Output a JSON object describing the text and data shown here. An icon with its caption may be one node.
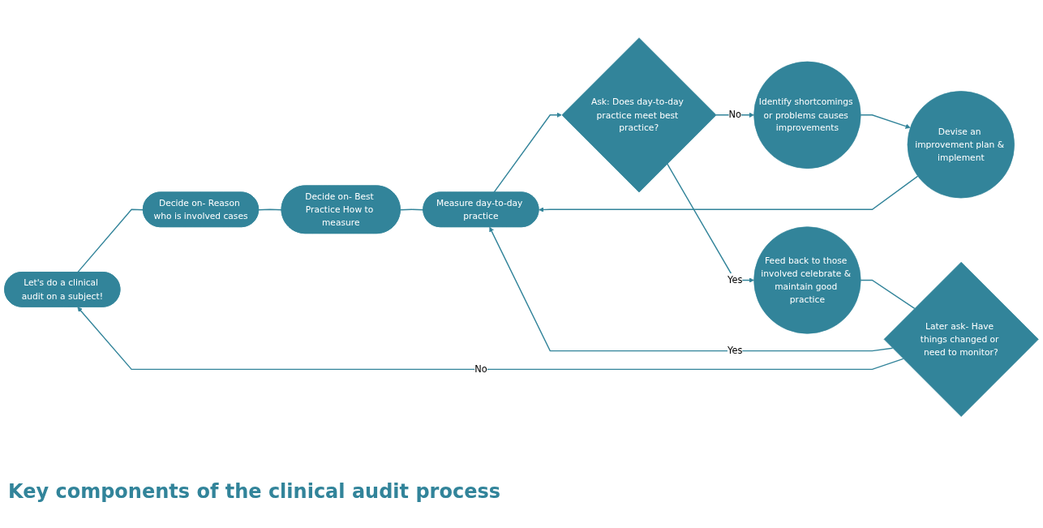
{
  "diagram": {
    "title": "Key components of the clinical audit process",
    "nodes": [
      {
        "text": [
          "Let's do a clinical audit on a subject!"
        ]
      },
      {
        "text": [
          "Decide on- Reason who is involved cases"
        ]
      },
      {
        "text": [
          "Decide on- Best Practice How to measure"
        ]
      },
      {
        "text": [
          "Measure day-to-day practice"
        ]
      },
      {
        "text": [
          "Ask: Does day-to-day practice meet best practice?"
        ]
      },
      {
        "text": [
          "Identify shortcomings or problems causes improvements"
        ]
      },
      {
        "text": [
          "Devise an improvement plan & implement"
        ]
      },
      {
        "text": [
          "Feed back to those involved celebrate & maintain good practice"
        ]
      },
      {
        "text": [
          "Later ask- Have things changed or need to monitor?"
        ]
      }
    ],
    "edges": [
      {
        "from": 0,
        "to": 1,
        "arrow": "none"
      },
      {
        "from": 1,
        "to": 2,
        "arrow": "none"
      },
      {
        "from": 2,
        "to": 3,
        "arrow": "none"
      },
      {
        "from": 3,
        "to": 4,
        "arrow": "to"
      },
      {
        "from": 4,
        "to": 5,
        "arrow": "to",
        "label": "No"
      },
      {
        "from": 5,
        "to": 6,
        "arrow": "to"
      },
      {
        "from": 6,
        "to": 3,
        "arrow": "to"
      },
      {
        "from": 4,
        "to": 7,
        "arrow": "to",
        "label": "Yes"
      },
      {
        "from": 7,
        "to": 8,
        "arrow": "none"
      },
      {
        "from": 8,
        "to": 3,
        "arrow": "to",
        "label": "Yes"
      },
      {
        "from": 8,
        "to": 0,
        "arrow": "to",
        "label": "No"
      }
    ]
  }
}
